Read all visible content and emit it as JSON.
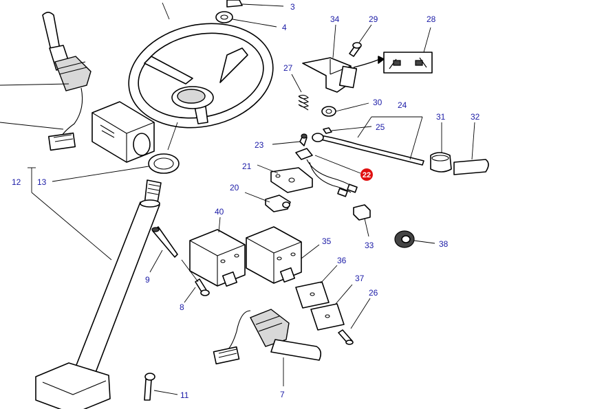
{
  "labels": {
    "p3": "3",
    "p4": "4",
    "p34": "34",
    "p29": "29",
    "p28": "28",
    "p27": "27",
    "p30": "30",
    "p24": "24",
    "p25": "25",
    "p31": "31",
    "p32": "32",
    "p23": "23",
    "p22": "22",
    "p21": "21",
    "p20": "20",
    "p12": "12",
    "p13": "13",
    "p40": "40",
    "p35": "35",
    "p33": "33",
    "p38": "38",
    "p9": "9",
    "p36": "36",
    "p37": "37",
    "p26": "26",
    "p8": "8",
    "p11": "11",
    "p7": "7"
  },
  "highlighted_part": "22",
  "colors": {
    "label": "#1a1aa6",
    "highlight": "#e01010",
    "line": "#000000"
  }
}
